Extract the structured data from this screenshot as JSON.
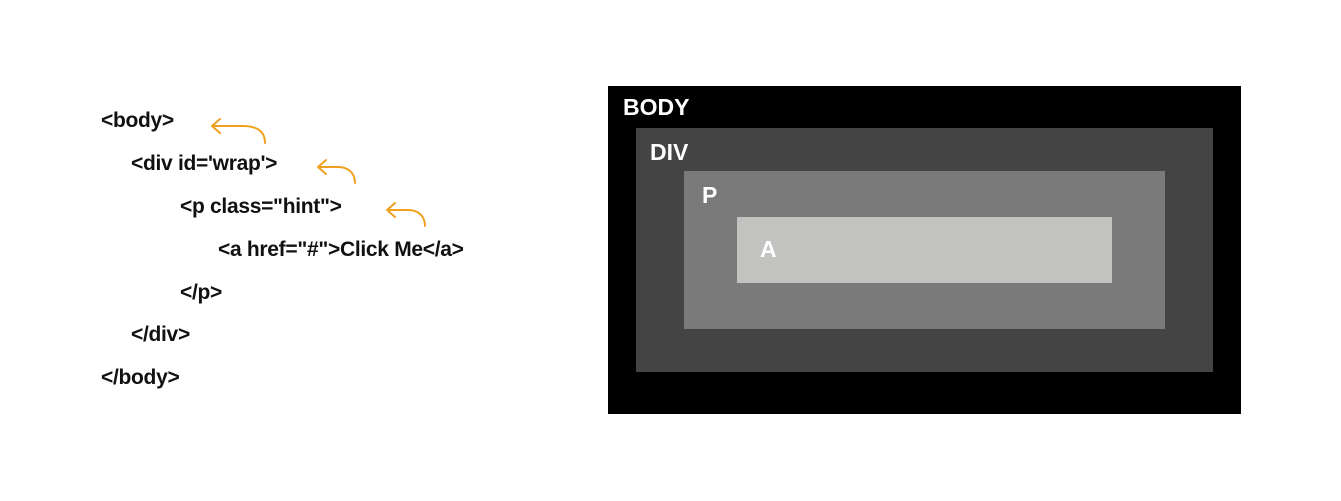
{
  "code": {
    "lines": [
      "<body>",
      "<div id='wrap'>",
      "<p class=\"hint\">",
      "<a href=\"#\">Click Me</a>",
      "</p>",
      "</div>",
      "</body>"
    ]
  },
  "boxes": {
    "body": {
      "label": "BODY",
      "color": "#000000"
    },
    "div": {
      "label": "DIV",
      "color": "#444444"
    },
    "p": {
      "label": "P",
      "color": "#7a7a7a"
    },
    "a": {
      "label": "A",
      "color": "#c2c2c0"
    }
  },
  "colors": {
    "arrow": "#f0a01e",
    "code_text": "#111111",
    "label_text": "#ffffff"
  },
  "icons": {
    "bubble_arrow": "curved-arrow-left-icon"
  }
}
